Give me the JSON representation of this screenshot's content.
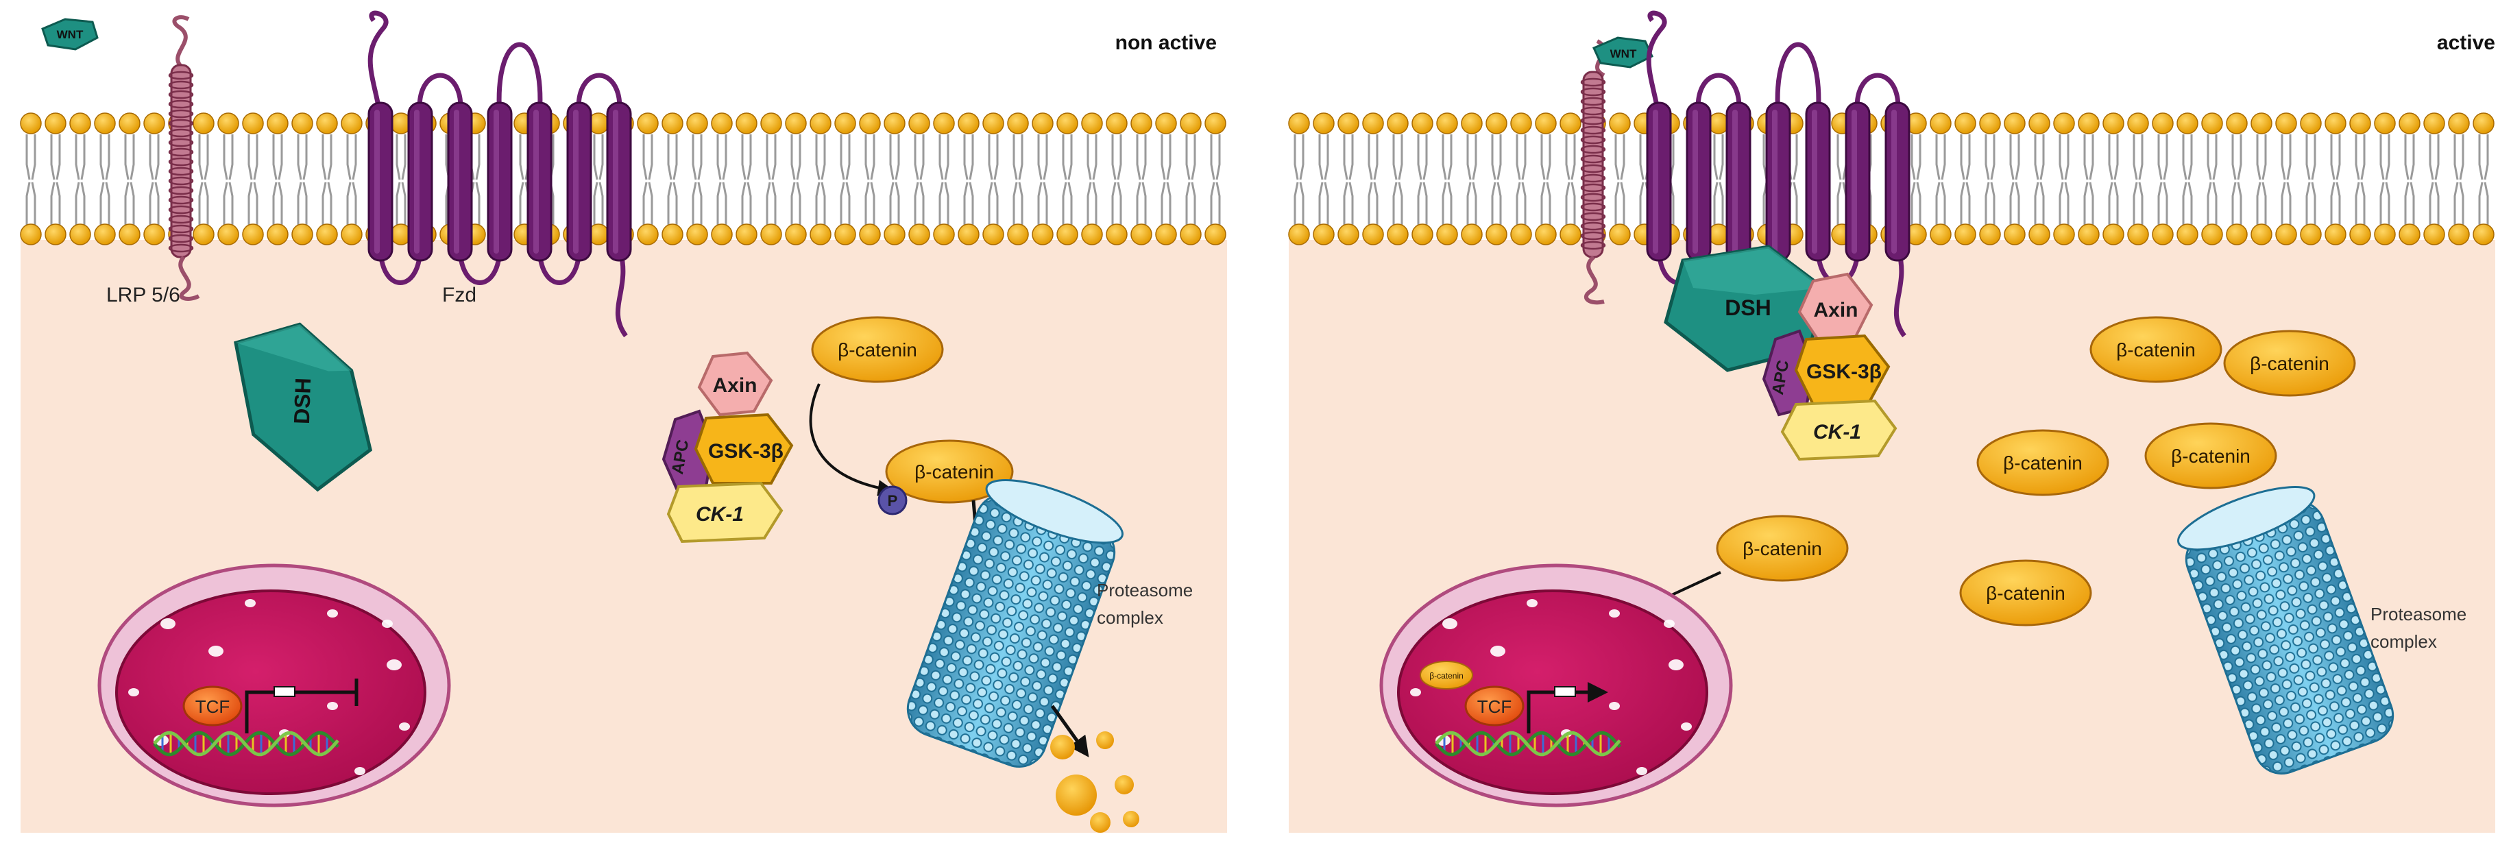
{
  "left_panel": {
    "state_label": "non active",
    "wnt": "WNT",
    "lrp": "LRP 5/6",
    "fzd": "Fzd",
    "dsh": "DSH",
    "axin": "Axin",
    "apc": "APC",
    "gsk": "GSK-3β",
    "ck1": "CK-1",
    "beta_catenin_free": "β-catenin",
    "beta_catenin_phos": "β-catenin",
    "phospho": "P",
    "proteasome": [
      "Proteasome",
      "complex"
    ],
    "tcf": "TCF"
  },
  "right_panel": {
    "state_label": "active",
    "wnt": "WNT",
    "dsh": "DSH",
    "axin": "Axin",
    "apc": "APC",
    "gsk": "GSK-3β",
    "ck1": "CK-1",
    "beta_catenins": [
      "β-catenin",
      "β-catenin",
      "β-catenin",
      "β-catenin",
      "β-catenin"
    ],
    "beta_catenin_entering": "β-catenin",
    "beta_catenin_nuclear": "β-catenin",
    "proteasome": [
      "Proteasome",
      "complex"
    ],
    "tcf": "TCF"
  },
  "colors": {
    "cytoplasm": "#fbe5d6",
    "lipid_head": "#f2a70d",
    "receptor": "#6b1d6e",
    "lrp": "#9b4f6a",
    "dsh": "#1e9082",
    "axin": "#f4aeae",
    "apc": "#8e3d92",
    "gsk": "#f7b519",
    "ck1": "#fde98a",
    "beta_catenin": "#f5a712",
    "nucleus": "#c8145e",
    "tcf": "#f06a1a",
    "proteasome": "#5ab4d8",
    "phospho": "#5a53a8"
  }
}
